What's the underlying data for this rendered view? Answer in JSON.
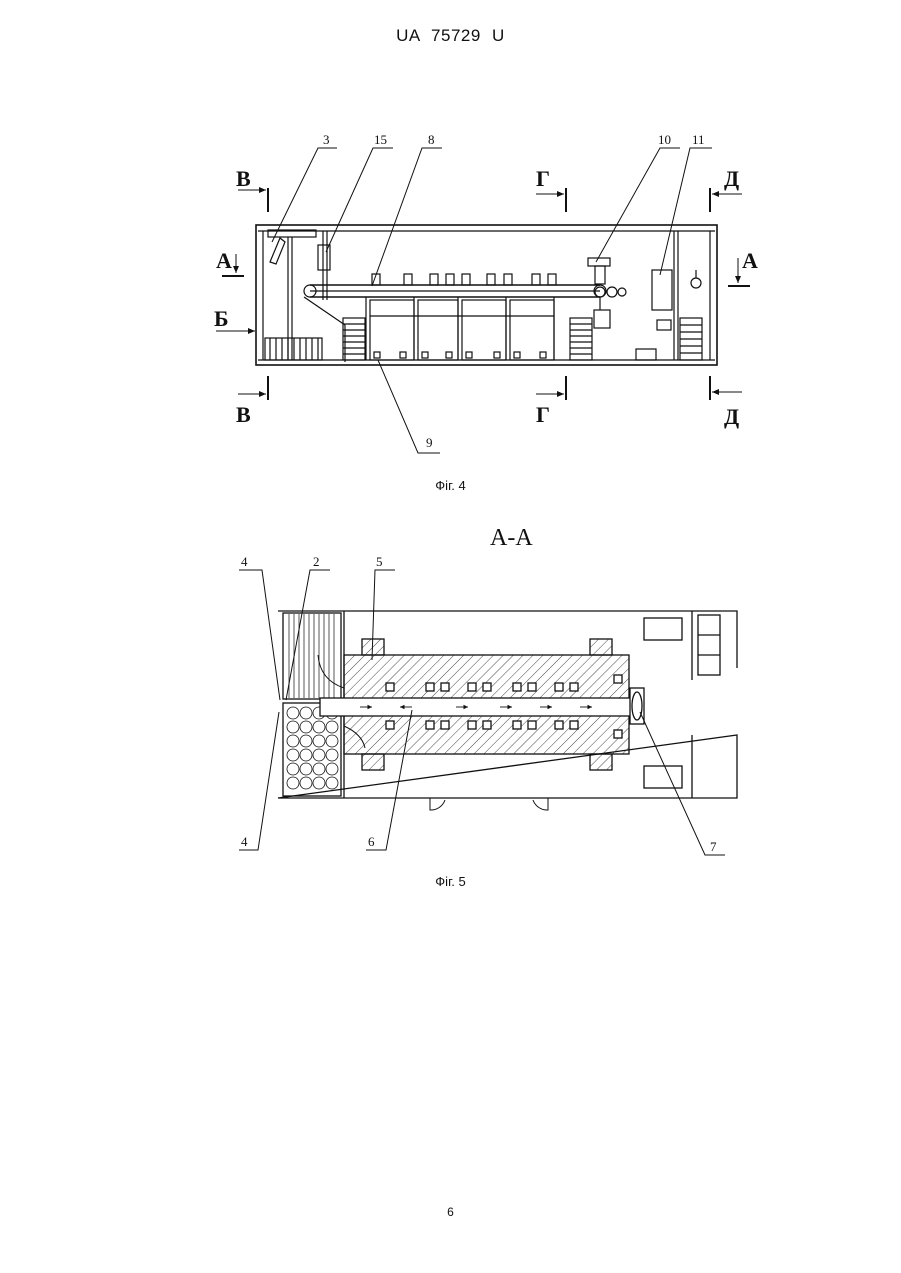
{
  "header": {
    "text": "UA   75729   U"
  },
  "page_number": "6",
  "fig4": {
    "caption": "Фіг. 4",
    "refs": {
      "r3": "3",
      "r15": "15",
      "r8": "8",
      "r10": "10",
      "r11": "11",
      "r9": "9"
    },
    "section_marks": {
      "v_top": "В",
      "v_bottom": "В",
      "g_top": "Г",
      "g_bottom": "Г",
      "d_top": "Д",
      "d_bottom": "Д",
      "a_left": "А",
      "a_right": "А",
      "b_left": "Б"
    }
  },
  "fig5": {
    "title": "А-А",
    "caption": "Фіг. 5",
    "refs": {
      "r4_top": "4",
      "r2": "2",
      "r5": "5",
      "r4_bottom": "4",
      "r6": "6",
      "r7": "7"
    }
  }
}
